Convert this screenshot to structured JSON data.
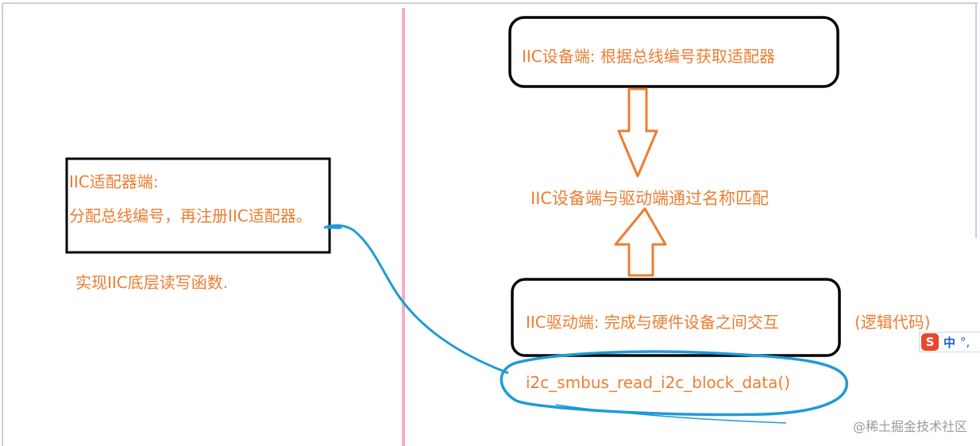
{
  "left_panel": {
    "adapter_title": "IIC适配器端:",
    "adapter_desc": "分配总线编号，再注册IIC适配器。",
    "adapter_note": "实现IIC底层读写函数."
  },
  "right_panel": {
    "device_box": "IIC设备端: 根据总线编号获取适配器",
    "match_label": "IIC设备端与驱动端通过名称匹配",
    "driver_box": "IIC驱动端: 完成与硬件设备之间交互",
    "logic_label": "(逻辑代码)",
    "function_label": "i2c_smbus_read_i2c_block_data()"
  },
  "watermark": "@稀土掘金技术社区",
  "ime": {
    "logo": "S",
    "mode": "中",
    "punct": "°,"
  },
  "colors": {
    "text": "#ED7D31",
    "arrow": "#ED7D31",
    "box_border": "#000000",
    "divider": "#F4AFC4",
    "annotation": "#1E9BD7",
    "page_border": "#C9CFE3"
  }
}
